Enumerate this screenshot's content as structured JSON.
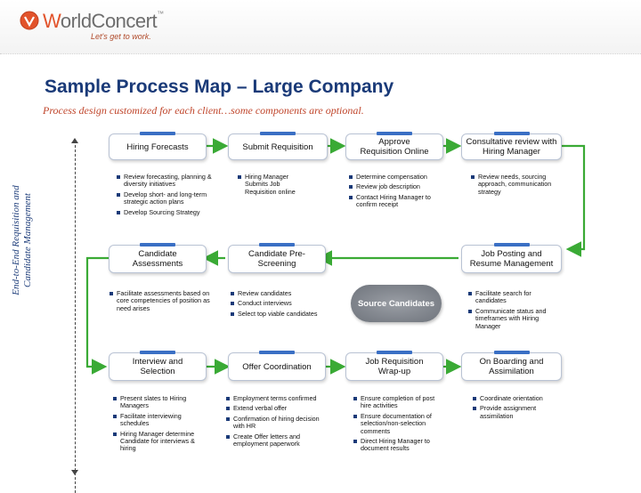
{
  "header": {
    "brand_prefix": "W",
    "brand_rest": "orldConcert",
    "trademark": "™",
    "tagline": "Let's get to work."
  },
  "title": "Sample Process Map – Large Company",
  "subtitle": "Process design customized for each client…some components are optional.",
  "side_label": {
    "line1": "End-to-End Requisition and",
    "line2": "Candidate Management"
  },
  "colors": {
    "title": "#1a3a78",
    "accent": "#e2532b",
    "arrow": "#3aaa35",
    "box_tab": "#3a6fc4",
    "oval": "#6f747c"
  },
  "boxes": {
    "hiring_forecasts": "Hiring Forecasts",
    "submit_requisition": "Submit Requisition",
    "approve_requisition": "Approve Requisition Online",
    "consultative_review": "Consultative review with Hiring Manager",
    "candidate_assessments": "Candidate Assessments",
    "candidate_prescreening": "Candidate Pre-Screening",
    "source_candidates": "Source Candidates",
    "job_posting": "Job Posting and Resume Management",
    "interview_selection": "Interview and Selection",
    "offer_coordination": "Offer Coordination",
    "job_requisition_wrapup": "Job Requisition Wrap-up",
    "onboarding": "On Boarding and Assimilation"
  },
  "bullets": {
    "hiring_forecasts": [
      "Review forecasting, planning & diversity initiatives",
      "Develop short- and long-term strategic action plans",
      "Develop Sourcing Strategy"
    ],
    "submit_requisition": [
      "Hiring Manager Submits Job Requisition online"
    ],
    "approve_requisition": [
      "Determine compensation",
      "Review job description",
      "Contact Hiring Manager to confirm receipt"
    ],
    "consultative_review": [
      "Review needs, sourcing approach, communication strategy"
    ],
    "candidate_assessments": [
      "Facilitate assessments based on core competencies of position as need arises"
    ],
    "candidate_prescreening": [
      "Review candidates",
      "Conduct interviews",
      "Select top viable candidates"
    ],
    "job_posting": [
      "Facilitate search for candidates",
      "Communicate status and timeframes with Hiring Manager"
    ],
    "interview_selection": [
      "Present slates to Hiring Managers",
      "Facilitate interviewing schedules",
      "Hiring Manager determine Candidate for interviews & hiring"
    ],
    "offer_coordination": [
      "Employment terms confirmed",
      "Extend verbal offer",
      "Confirmation of hiring decision with HR",
      "Create Offer letters and employment paperwork"
    ],
    "job_requisition_wrapup": [
      "Ensure completion of post hire activities",
      "Ensure documentation of selection/non-selection comments",
      "Direct Hiring Manager to document results"
    ],
    "onboarding": [
      "Coordinate orientation",
      "Provide assignment assimilation"
    ]
  }
}
